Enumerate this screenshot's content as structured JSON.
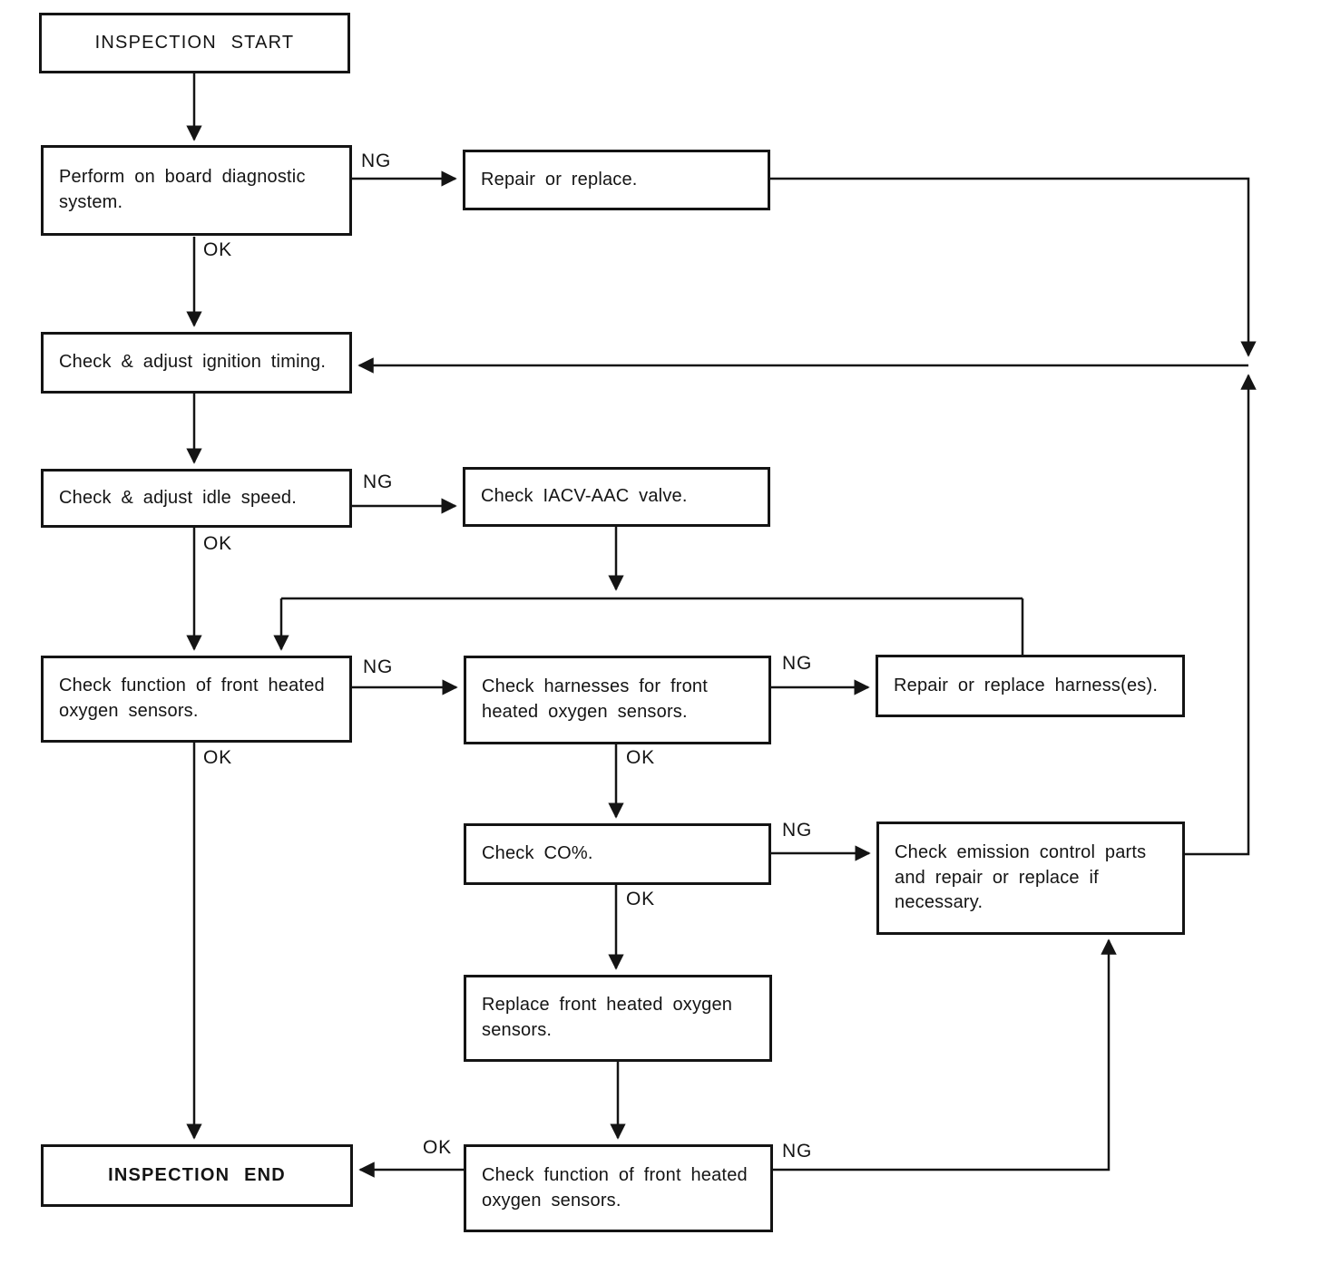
{
  "flowchart": {
    "title": "",
    "nodes": [
      {
        "id": "inspection-start",
        "label": "INSPECTION START"
      },
      {
        "id": "perform-obd",
        "label": "Perform on board diagnostic system."
      },
      {
        "id": "repair-or-replace",
        "label": "Repair or replace."
      },
      {
        "id": "check-adjust-ignition-timing",
        "label": "Check & adjust ignition timing."
      },
      {
        "id": "check-adjust-idle-speed",
        "label": "Check & adjust idle speed."
      },
      {
        "id": "check-iacv-aac-valve",
        "label": "Check IACV-AAC valve."
      },
      {
        "id": "check-function-front-o2-1",
        "label": "Check function of front heated oxygen sensors."
      },
      {
        "id": "check-harnesses-front-o2",
        "label": "Check harnesses for front heated oxygen sensors."
      },
      {
        "id": "repair-or-replace-harnesses",
        "label": "Repair or replace harness(es)."
      },
      {
        "id": "check-co-percent",
        "label": "Check CO%."
      },
      {
        "id": "check-emission-control-parts",
        "label": "Check emission control parts and repair or replace if necessary."
      },
      {
        "id": "replace-front-o2-sensors",
        "label": "Replace front heated oxygen sensors."
      },
      {
        "id": "inspection-end",
        "label": "INSPECTION END"
      },
      {
        "id": "check-function-front-o2-2",
        "label": "Check function of front heated oxygen sensors."
      }
    ],
    "edges": [
      {
        "from": "inspection-start",
        "to": "perform-obd",
        "label": ""
      },
      {
        "from": "perform-obd",
        "to": "repair-or-replace",
        "label": "NG"
      },
      {
        "from": "perform-obd",
        "to": "check-adjust-ignition-timing",
        "label": "OK"
      },
      {
        "from": "repair-or-replace",
        "to": "check-adjust-ignition-timing",
        "label": ""
      },
      {
        "from": "check-adjust-ignition-timing",
        "to": "check-adjust-idle-speed",
        "label": ""
      },
      {
        "from": "check-adjust-idle-speed",
        "to": "check-iacv-aac-valve",
        "label": "NG"
      },
      {
        "from": "check-adjust-idle-speed",
        "to": "check-function-front-o2-1",
        "label": "OK"
      },
      {
        "from": "check-iacv-aac-valve",
        "to": "check-function-front-o2-1",
        "label": ""
      },
      {
        "from": "repair-or-replace-harnesses",
        "to": "check-function-front-o2-1",
        "label": ""
      },
      {
        "from": "check-function-front-o2-1",
        "to": "check-harnesses-front-o2",
        "label": "NG"
      },
      {
        "from": "check-function-front-o2-1",
        "to": "inspection-end",
        "label": "OK"
      },
      {
        "from": "check-harnesses-front-o2",
        "to": "repair-or-replace-harnesses",
        "label": "NG"
      },
      {
        "from": "check-harnesses-front-o2",
        "to": "check-co-percent",
        "label": "OK"
      },
      {
        "from": "check-co-percent",
        "to": "check-emission-control-parts",
        "label": "NG"
      },
      {
        "from": "check-co-percent",
        "to": "replace-front-o2-sensors",
        "label": "OK"
      },
      {
        "from": "check-emission-control-parts",
        "to": "check-adjust-ignition-timing",
        "label": ""
      },
      {
        "from": "replace-front-o2-sensors",
        "to": "check-function-front-o2-2",
        "label": ""
      },
      {
        "from": "check-function-front-o2-2",
        "to": "inspection-end",
        "label": "OK"
      },
      {
        "from": "check-function-front-o2-2",
        "to": "check-emission-control-parts",
        "label": "NG"
      }
    ],
    "colors": {
      "ink": "#141414",
      "background": "#ffffff"
    }
  }
}
